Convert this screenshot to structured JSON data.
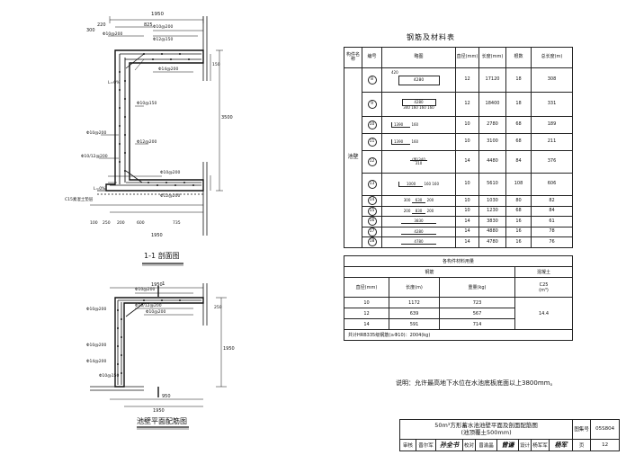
{
  "table": {
    "title": "钢筋及材料表",
    "headers": {
      "component": "构件名称",
      "number": "编号",
      "sketch": "略图",
      "diameter": "直径(mm)",
      "length": "长度(mm)",
      "count": "根数",
      "total_length": "总长度(m)"
    },
    "component_name": "池壁",
    "rows": [
      {
        "no": "8",
        "sketch_dims": [
          "4280",
          "420"
        ],
        "d": "12",
        "len": "17120",
        "n": "18",
        "total": "308"
      },
      {
        "no": "9",
        "sketch_dims": [
          "4280",
          "340",
          "160",
          "160",
          "160"
        ],
        "d": "12",
        "len": "18400",
        "n": "18",
        "total": "331"
      },
      {
        "no": "10",
        "sketch_dims": [
          "1390",
          "160"
        ],
        "d": "10",
        "len": "2780",
        "n": "68",
        "total": "189"
      },
      {
        "no": "11",
        "sketch_dims": [
          "1390",
          "160"
        ],
        "d": "10",
        "len": "3100",
        "n": "68",
        "total": "211"
      },
      {
        "no": "12",
        "sketch_dims": [
          "(第)340",
          "310"
        ],
        "d": "14",
        "len": "4480",
        "n": "84",
        "total": "376"
      },
      {
        "no": "13",
        "sketch_dims": [
          "1000",
          "160",
          "160"
        ],
        "d": "10",
        "len": "5610",
        "n": "108",
        "total": "606"
      },
      {
        "no": "14",
        "sketch_dims": [
          "300",
          "630",
          "200"
        ],
        "d": "10",
        "len": "1030",
        "n": "80",
        "total": "82"
      },
      {
        "no": "15",
        "sketch_dims": [
          "200",
          "830",
          "200"
        ],
        "d": "10",
        "len": "1230",
        "n": "68",
        "total": "84"
      },
      {
        "no": "16",
        "sketch_dims": [
          "3830"
        ],
        "d": "14",
        "len": "3830",
        "n": "16",
        "total": "61"
      },
      {
        "no": "17",
        "sketch_dims": [
          "4280"
        ],
        "d": "14",
        "len": "4880",
        "n": "16",
        "total": "78"
      },
      {
        "no": "18",
        "sketch_dims": [
          "4780"
        ],
        "d": "14",
        "len": "4780",
        "n": "16",
        "total": "76"
      }
    ],
    "summary": {
      "title": "各构件材料用量",
      "steel": "钢筋",
      "concrete": "混凝土",
      "diameter": "直径(mm)",
      "length": "长度(m)",
      "weight": "重量(kg)",
      "concrete_grade": "C25",
      "concrete_unit": "(m³)",
      "rows": [
        {
          "d": "10",
          "len": "1172",
          "w": "723"
        },
        {
          "d": "12",
          "len": "639",
          "w": "567"
        },
        {
          "d": "14",
          "len": "591",
          "w": "714"
        }
      ],
      "concrete_value": "14.4",
      "total_note": "共计HRB335级钢筋(≥Φ10)：2004(kg)"
    }
  },
  "drawings": {
    "section_title": "1-1 剖面图",
    "plan_title": "池壁平面配筋图",
    "section_labels": {
      "dim_top": "1950",
      "dim_825": "825",
      "dim_220": "220",
      "dim_300": "300",
      "dim_bottom": "1950",
      "dim_right": "3500",
      "dim_150": "150",
      "dim_bottom_parts": [
        "100",
        "250",
        "200",
        "600",
        "735"
      ],
      "callouts": [
        "Φ10@200",
        "Φ10@200",
        "Φ12@150",
        "Φ14@200",
        "Φ10@150",
        "Φ10@200",
        "Φ12@200",
        "Φ10/12@200",
        "Φ10@200",
        "Φ12@200"
      ],
      "concrete_note": "C15素混土垫层",
      "levels": [
        "L=0%",
        "L=0%"
      ]
    },
    "plan_labels": {
      "dim_950": "950",
      "dim_1950": "1950",
      "dim_bottom": "1950",
      "dim_250": "250",
      "dim_1950_v": "1950",
      "callouts": [
        "Φ10@200",
        "Φ10/12@200",
        "Φ10@200",
        "Φ10@200",
        "Φ10@200",
        "Φ14@200",
        "Φ10@150"
      ],
      "section_mark": "1"
    }
  },
  "note": "说明：允许最高地下水位在水池底板底面以上3800mm。",
  "title_block": {
    "title_line1": "50m³方形蓄水池池壁平面及剖面配筋图",
    "title_line2": "(池顶覆土500mm)",
    "atlas_label": "图集号",
    "atlas_no": "05S804",
    "review": "审核",
    "review_name": "晋尔军",
    "check": "校对",
    "check_name": "曾渝晶",
    "design": "设计",
    "design_name": "杨军军",
    "page_label": "页",
    "page_no": "12",
    "sign1": "孙全书",
    "sign2": "曾谦",
    "sign3": "杨军"
  }
}
